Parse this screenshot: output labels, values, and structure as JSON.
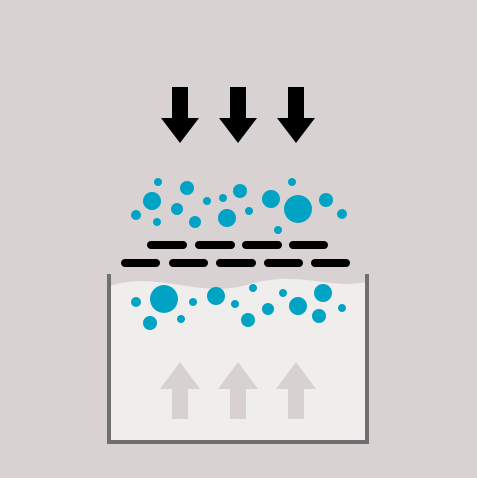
{
  "illustration": {
    "background_color": "#d8d3d2",
    "down_arrows": {
      "count": 3,
      "color": "#000000",
      "icon": "arrow-down-icon"
    },
    "bubbles": {
      "color": "#00a3c4",
      "icon": "bubble-icon"
    },
    "filter_dashes": {
      "color": "#000000",
      "rows": 2
    },
    "container": {
      "outline_color": "#6f6f6f",
      "fill_color": "#f0eeed"
    },
    "up_arrows": {
      "count": 3,
      "color": "#d7d1d0",
      "icon": "arrow-up-icon"
    }
  }
}
